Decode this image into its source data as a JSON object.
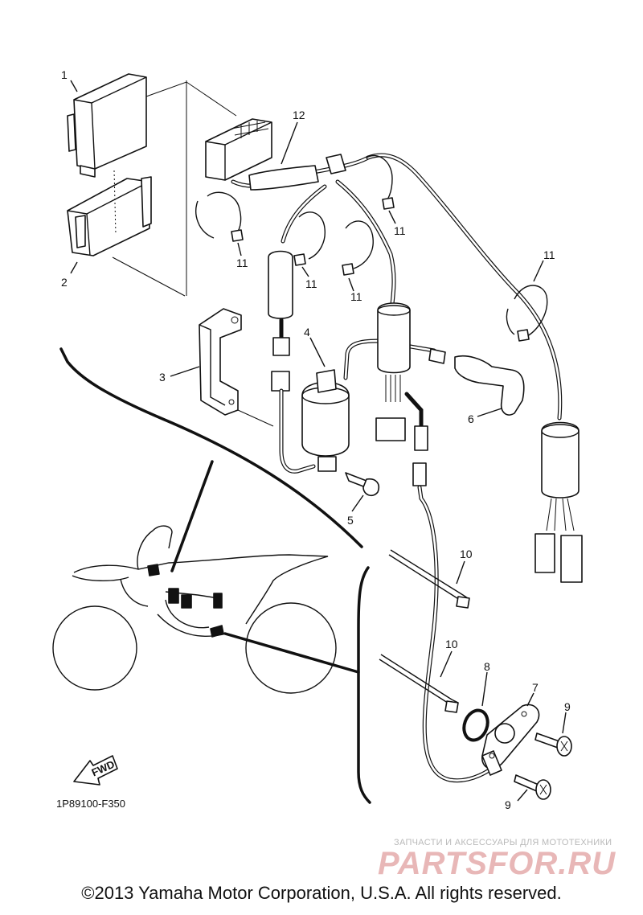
{
  "diagram": {
    "part_code": "1P89100-F350",
    "fwd_label": "FWD",
    "callouts": {
      "c1": "1",
      "c2": "2",
      "c3": "3",
      "c4": "4",
      "c5": "5",
      "c6": "6",
      "c7": "7",
      "c8": "8",
      "c9a": "9",
      "c9b": "9",
      "c10a": "10",
      "c10b": "10",
      "c11a": "11",
      "c11b": "11",
      "c11c": "11",
      "c11d": "11",
      "c11e": "11",
      "c12": "12"
    }
  },
  "watermark": {
    "tagline": "ЗАПЧАСТИ И АКСЕССУАРЫ ДЛЯ МОТОТЕХНИКИ",
    "logo": "PARTSFOR.RU"
  },
  "footer": {
    "copyright": "©2013 Yamaha Motor Corporation, U.S.A. All rights reserved."
  }
}
